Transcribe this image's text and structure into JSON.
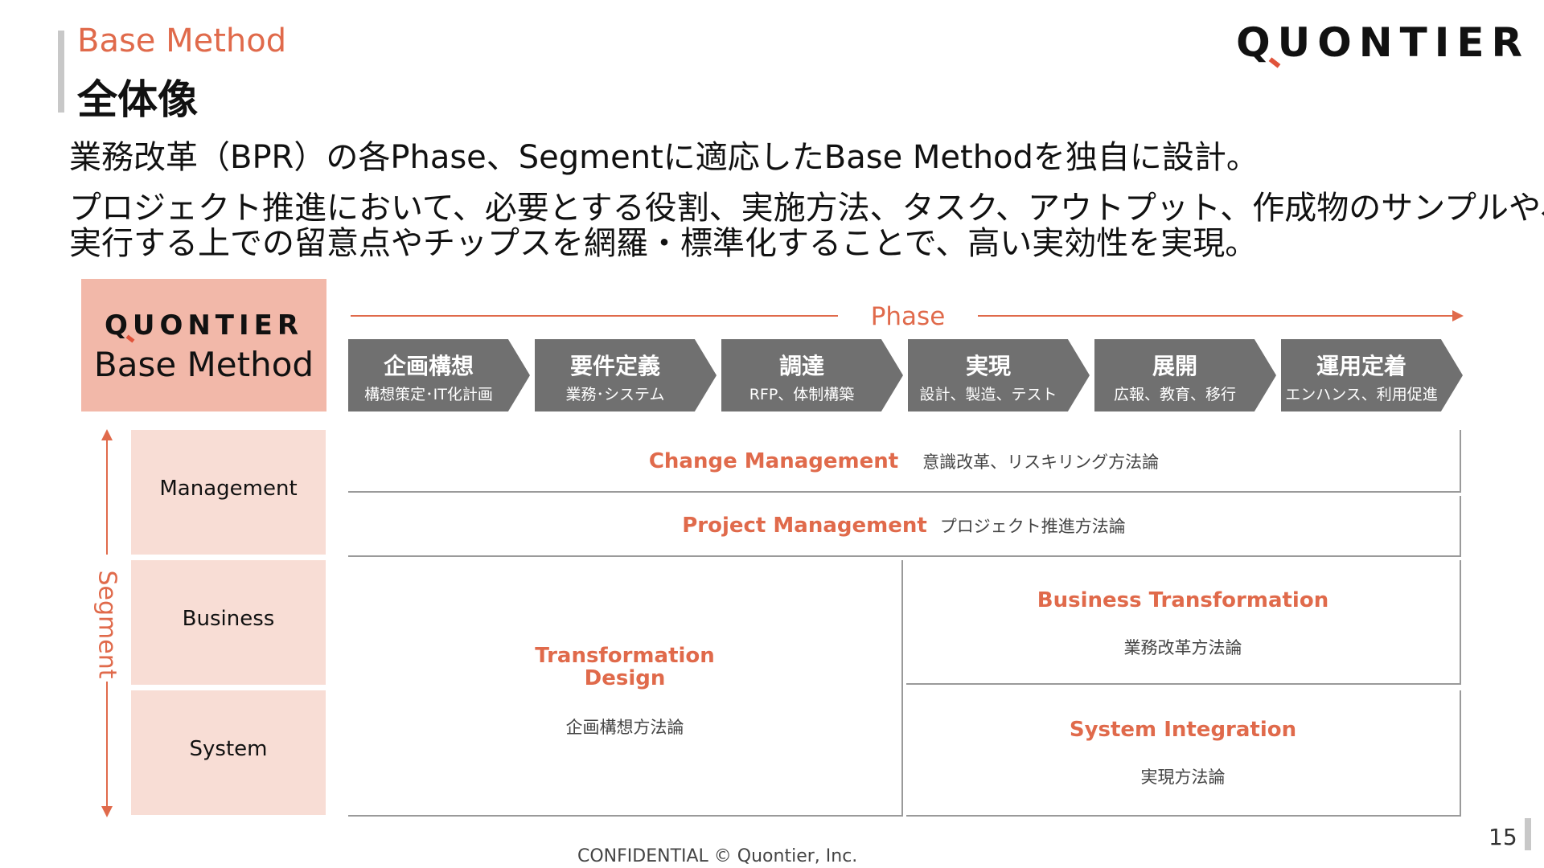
{
  "header": {
    "category": "Base Method",
    "title": "全体像"
  },
  "logo": {
    "first": "Q",
    "rest": "UONTIER"
  },
  "lead": {
    "line1": "業務改革（BPR）の各Phase、Segmentに適応したBase Methodを独自に設計。",
    "line2": "プロジェクト推進において、必要とする役割、実施方法、タスク、アウトプット、作成物のサンプルや、",
    "line3": "実行する上での留意点やチップスを網羅・標準化することで、高い実効性を実現。"
  },
  "corner": {
    "logo_first": "Q",
    "logo_rest": "UONTIER",
    "title": "Base Method"
  },
  "phase_label": "Phase",
  "phases": [
    {
      "name": "企画構想",
      "sub": "構想策定･IT化計画"
    },
    {
      "name": "要件定義",
      "sub": "業務･システム"
    },
    {
      "name": "調達",
      "sub": "RFP、体制構築"
    },
    {
      "name": "実現",
      "sub": "設計、製造、テスト"
    },
    {
      "name": "展開",
      "sub": "広報、教育、移行"
    },
    {
      "name": "運用定着",
      "sub": "エンハンス、利用促進"
    }
  ],
  "segment_label": "Segment",
  "segments": [
    "Management",
    "Business",
    "System"
  ],
  "methods": {
    "change": {
      "title": "Change Management",
      "desc": "意識改革、リスキリング方法論"
    },
    "project": {
      "title": "Project Management",
      "desc": "プロジェクト推進方法論"
    },
    "transformation": {
      "title_line1": "Transformation",
      "title_line2": "Design",
      "desc": "企画構想方法論"
    },
    "business": {
      "title": "Business Transformation",
      "desc": "業務改革方法論"
    },
    "system": {
      "title": "System Integration",
      "desc": "実現方法論"
    }
  },
  "footer": "CONFIDENTIAL © Quontier, Inc.",
  "page_number": "15",
  "colors": {
    "accent": "#e06a4b",
    "corner_bg": "#f2b8a9",
    "segment_bg": "#f8ddd5",
    "phase_bg": "#707070"
  }
}
